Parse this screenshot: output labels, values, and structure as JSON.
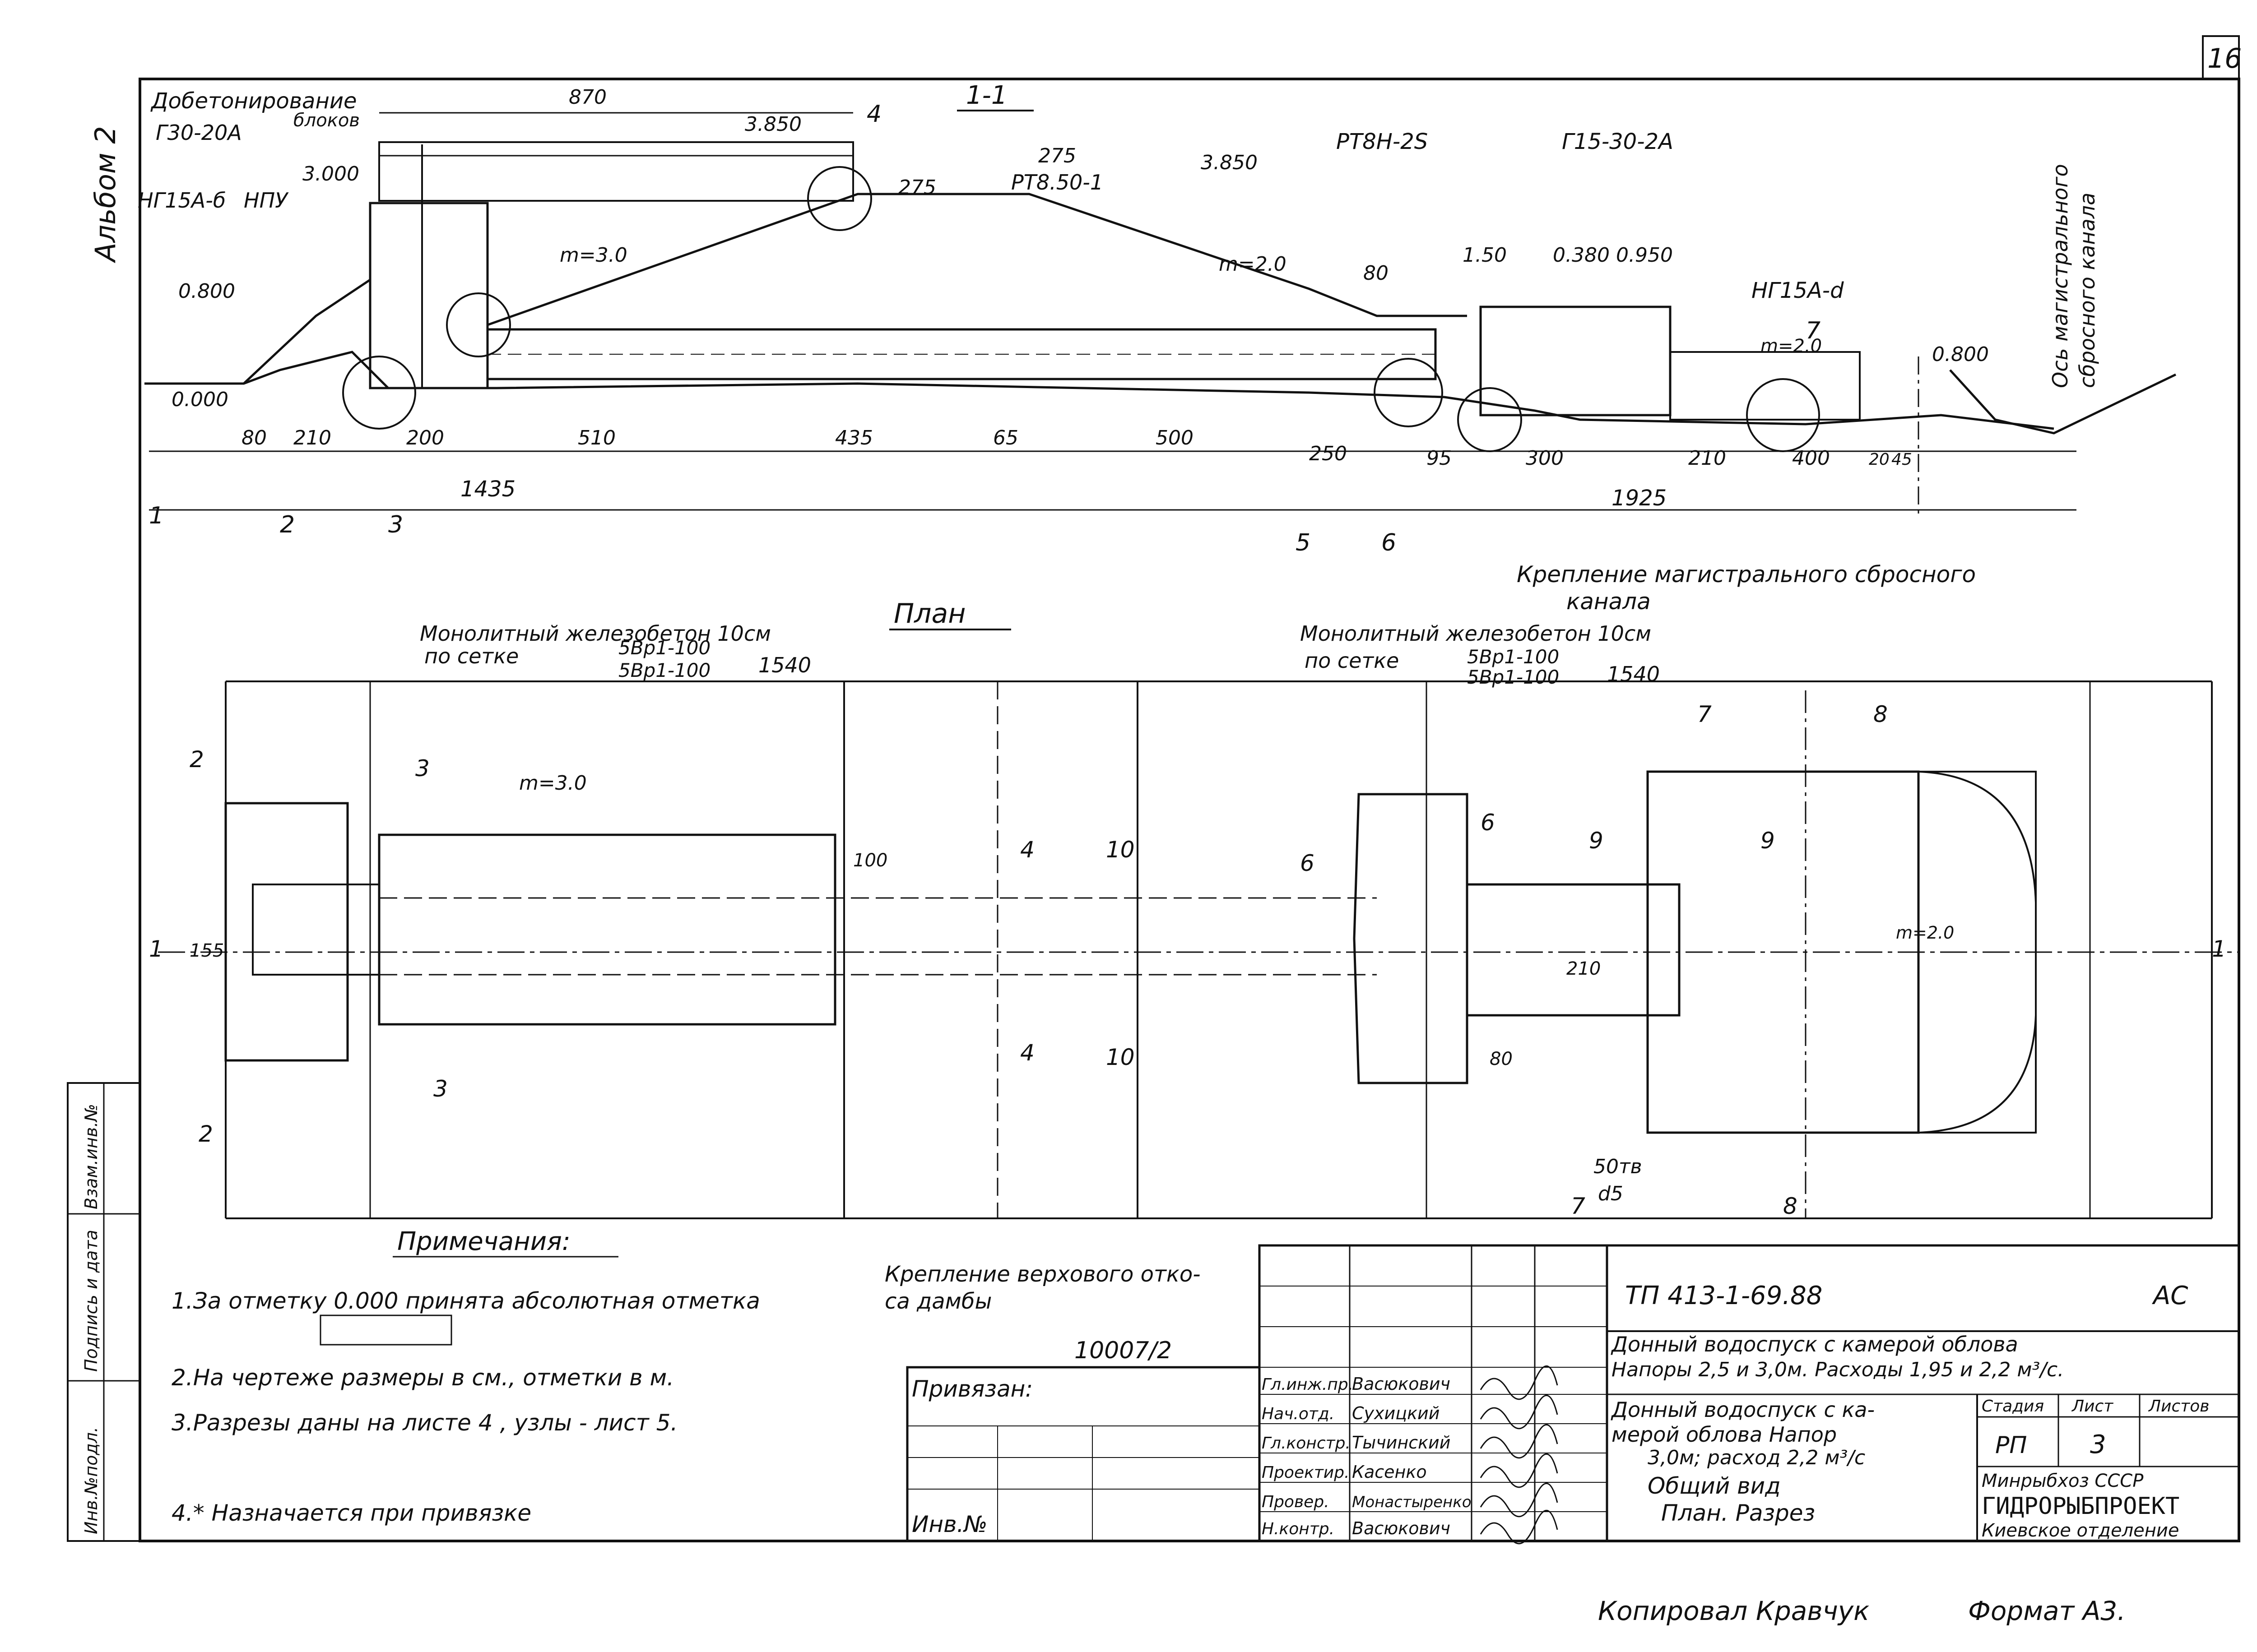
{
  "page": {
    "page_number": "16",
    "album": "Альбом 2",
    "copied_by": "Копировал Кравчук",
    "format": "Формат А3."
  },
  "section": {
    "title": "1-1",
    "labels": {
      "dobetonirovanie": "Добетонирование",
      "blokov": "блоков",
      "g30": "Г30-20А",
      "nf15a": "НГ15А-б",
      "npu": "НПУ",
      "pt8h": "РТ8Н-2S",
      "pt850": "РТ8.50-1",
      "g15": "Г15-30-2А",
      "ng15ad": "НГ15А-d",
      "axis_canal_1": "Ось магистрального",
      "axis_canal_2": "сбросного канала"
    },
    "elevations": [
      "3.000",
      "0.800",
      "0.000",
      "3.850",
      "3.850",
      "1.50",
      "0.380",
      "0.950",
      "0.800"
    ],
    "slopes": [
      "m=3.0",
      "m=2.0",
      "m=2.0"
    ],
    "dims_top": [
      "870",
      "275",
      "275",
      "80"
    ],
    "dims_row": [
      "80",
      "210",
      "200",
      "510",
      "435",
      "65",
      "500",
      "250",
      "95",
      "300",
      "210",
      "400",
      "20",
      "45"
    ],
    "dims_total": [
      "1435",
      "1925"
    ],
    "callouts": [
      "1",
      "2",
      "3",
      "4",
      "5",
      "6",
      "7"
    ]
  },
  "plan": {
    "title": "План",
    "note_left_1": "Монолитный железобетон 10см",
    "note_left_2": "по сетке",
    "note_right_1": "Монолитный железобетон 10см",
    "note_right_2": "по сетке",
    "mesh_top": "5Вр1-100",
    "mesh_bottom": "5Вр1-100",
    "mesh_len": "1540",
    "canal_note_1": "Крепление магистрального сбросного",
    "canal_note_2": "канала",
    "upstream_note_1": "Крепление верхового отко-",
    "upstream_note_2": "са дамбы",
    "slope_plan": "m=3.0",
    "slope_plan_2": "m=2.0",
    "dims": [
      "155",
      "100",
      "210",
      "80",
      "50тв",
      "d5"
    ],
    "section_marks": [
      "1",
      "1",
      "2",
      "2",
      "3",
      "3",
      "4",
      "4",
      "10",
      "10",
      "6",
      "6",
      "7",
      "7",
      "8",
      "8",
      "9",
      "9"
    ]
  },
  "notes": {
    "title": "Примечания:",
    "items": [
      "1.За отметку 0.000 принята абсолютная отметка",
      "2.На чертеже размеры в см., отметки в м.",
      "3.Разрезы даны на листе 4 , узлы - лист 5.",
      "4.* Назначается при привязке"
    ]
  },
  "side_stamp": [
    "Инв.№подл.",
    "Подпись и дата",
    "Взам.инв.№"
  ],
  "title_block": {
    "code": "ТП   413-1-69.88",
    "mark": "АС",
    "desc_1": "Донный водоспуск с камерой облова",
    "desc_2": "Напоры 2,5 и 3,0м. Расходы 1,95 и 2,2 м³/с.",
    "sheet_title_1": "Донный водоспуск с ка-",
    "sheet_title_2": "мерой облова Напор",
    "sheet_title_3": "3,0м; расход 2,2 м³/с",
    "view_1": "Общий вид",
    "view_2": "План. Разрез",
    "stage_h": "Стадия",
    "sheet_h": "Лист",
    "sheets_h": "Листов",
    "stage": "РП",
    "sheet": "3",
    "org_1": "Минрыбхоз СССР",
    "org_2": "ГИДРОРЫБПРОЕКТ",
    "org_3": "Киевское отделение",
    "privyazan": "Привязан:",
    "inv": "Инв.№",
    "doc_number": "10007/2",
    "roles": [
      "Гл.инж.пр.",
      "Нач.отд.",
      "Гл.констр.",
      "Проектир.",
      "Провер.",
      "Н.контр."
    ],
    "names": [
      "Васюкович",
      "Сухицкий",
      "Тычинский",
      "Касенко",
      "Монастыренко",
      "Васюкович"
    ]
  }
}
